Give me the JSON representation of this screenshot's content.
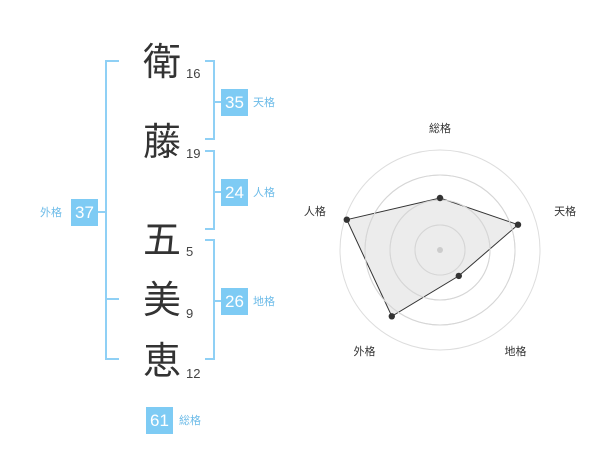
{
  "name_chars": [
    {
      "char": "衛",
      "strokes": "16"
    },
    {
      "char": "藤",
      "strokes": "19"
    },
    {
      "char": "五",
      "strokes": "5"
    },
    {
      "char": "美",
      "strokes": "9"
    },
    {
      "char": "恵",
      "strokes": "12"
    }
  ],
  "kakusu": {
    "tenkaku": {
      "value": "35",
      "label": "天格"
    },
    "jinkaku": {
      "value": "24",
      "label": "人格"
    },
    "chikaku": {
      "value": "26",
      "label": "地格"
    },
    "gaikaku": {
      "value": "37",
      "label": "外格"
    },
    "soukaku": {
      "value": "61",
      "label": "総格"
    }
  },
  "colors": {
    "accent": "#7ecbf4",
    "bracket": "#8fd0f5",
    "text": "#333333"
  },
  "chart_data": {
    "type": "radar",
    "axes": [
      "総格",
      "天格",
      "地格",
      "外格",
      "人格"
    ],
    "values": [
      0.52,
      0.82,
      0.32,
      0.82,
      0.98
    ],
    "rings": 4,
    "grid": true
  }
}
